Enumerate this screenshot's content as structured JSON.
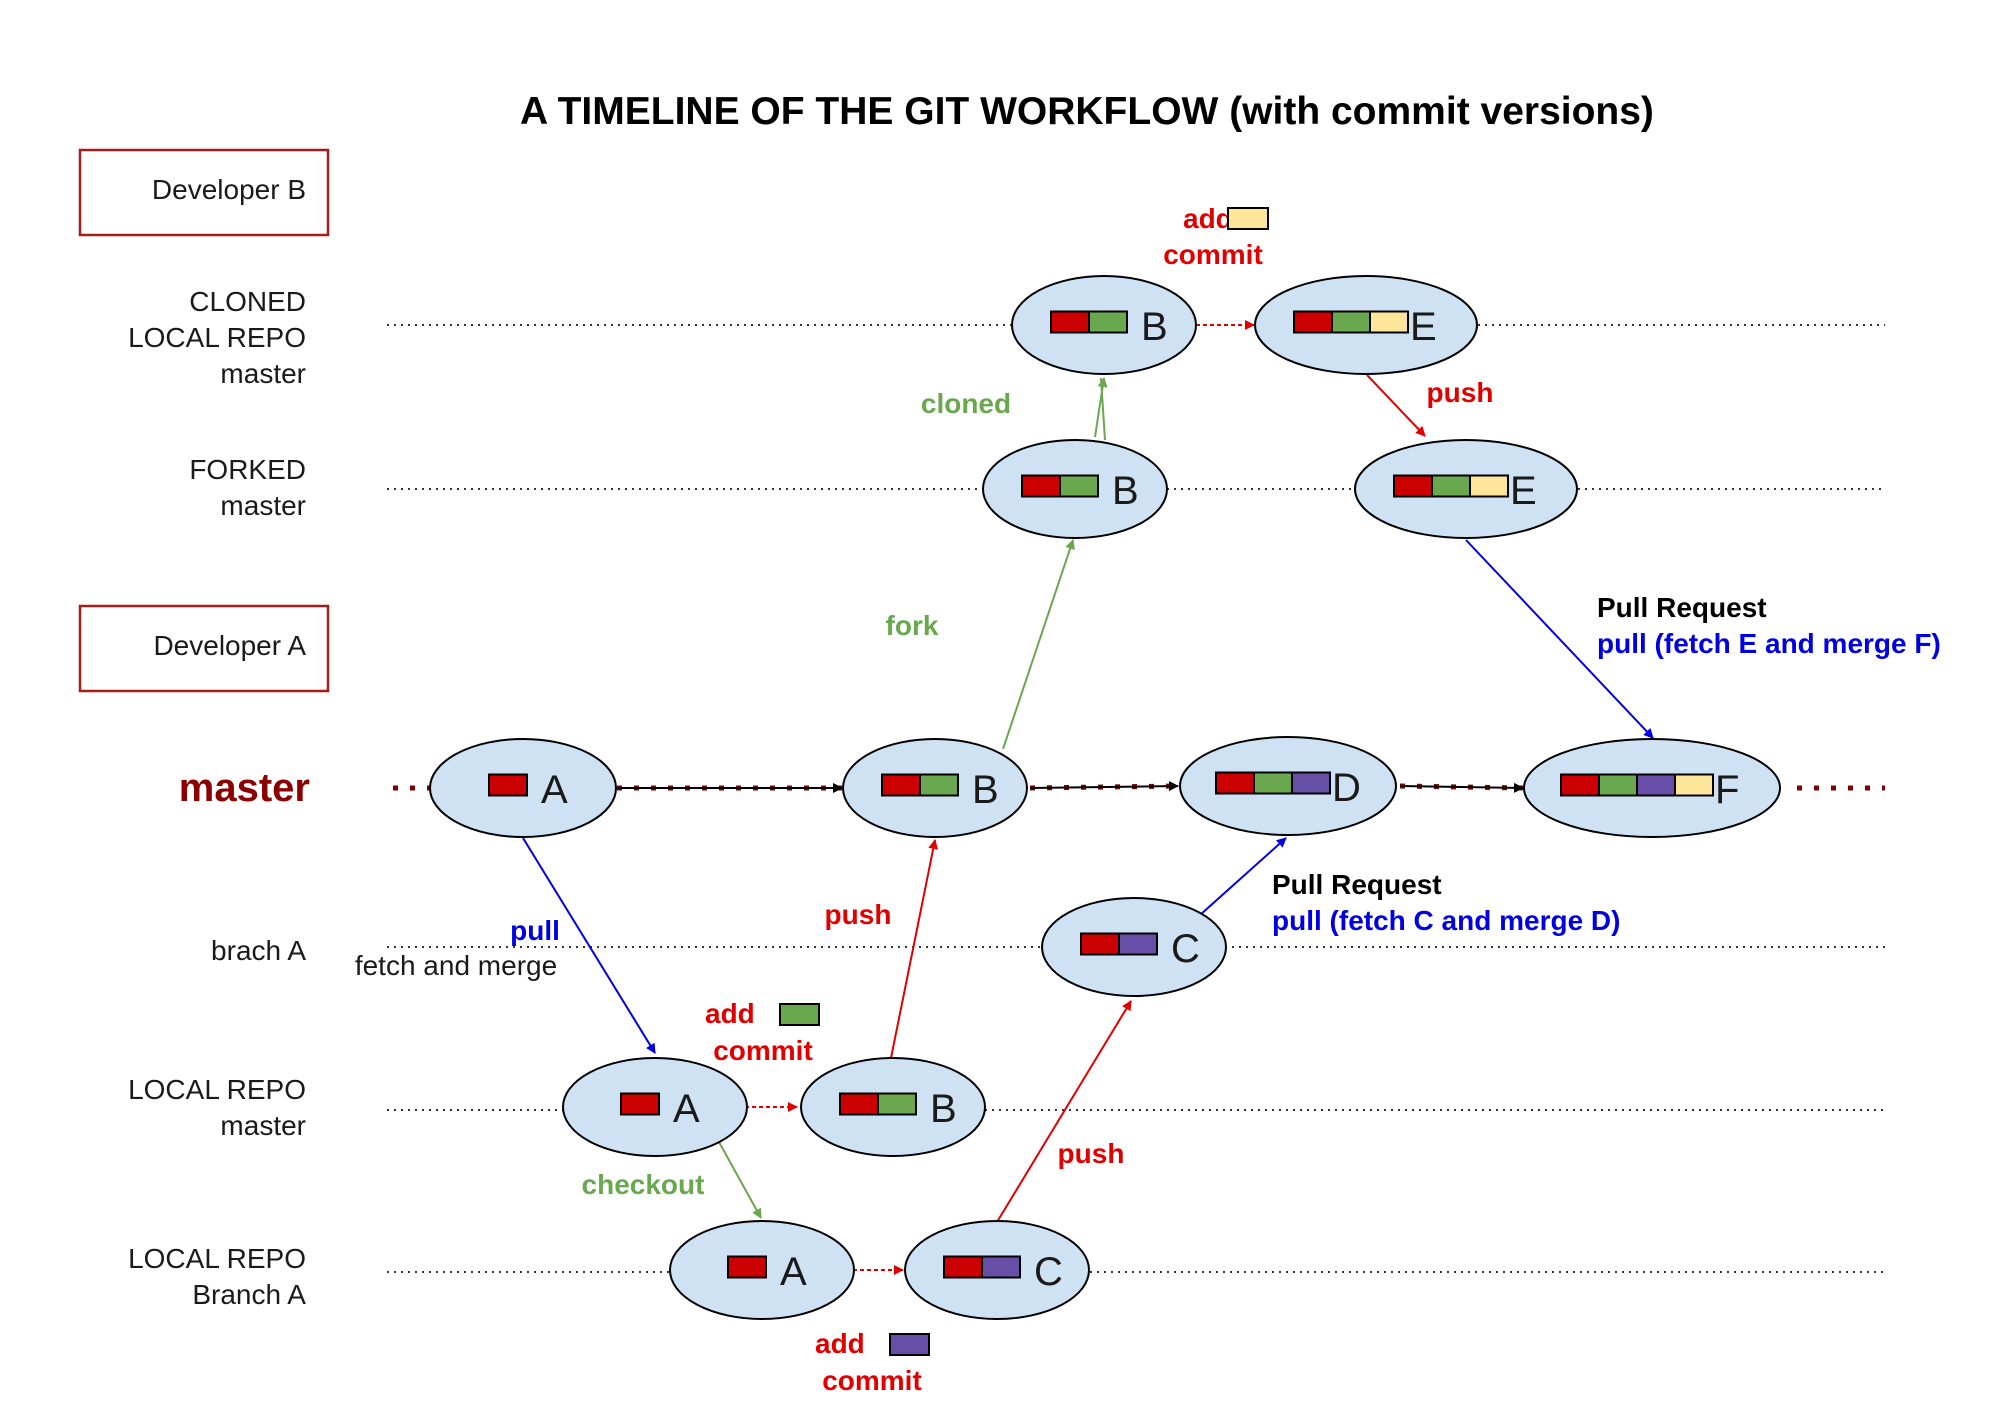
{
  "title": "A TIMELINE OF THE GIT WORKFLOW (with commit versions)",
  "colors": {
    "red": "#cc0000",
    "green": "#6aa84f",
    "purple": "#674ea7",
    "yellow": "#ffe599",
    "node_fill": "#cfe2f3",
    "master_line": "#7f0000",
    "blue": "#0000e0",
    "label_red": "#e00000",
    "label_green": "#6aa84f"
  },
  "developer_b": "Developer B",
  "developer_a": "Developer A",
  "rows": {
    "cloned_1": "CLONED",
    "cloned_2": "LOCAL REPO",
    "cloned_3": "master",
    "forked_1": "FORKED",
    "forked_2": "master",
    "master": "master",
    "branch_a": "brach A",
    "local_1": "LOCAL REPO",
    "local_2": "master",
    "localb_1": "LOCAL REPO",
    "localb_2": "Branch A"
  },
  "nodes": {
    "cloned_b": {
      "letter": "B",
      "commits": [
        "red",
        "green"
      ]
    },
    "cloned_e": {
      "letter": "E",
      "commits": [
        "red",
        "green",
        "yellow"
      ]
    },
    "forked_b": {
      "letter": "B",
      "commits": [
        "red",
        "green"
      ]
    },
    "forked_e": {
      "letter": "E",
      "commits": [
        "red",
        "green",
        "yellow"
      ]
    },
    "master_a": {
      "letter": "A",
      "commits": [
        "red"
      ]
    },
    "master_b": {
      "letter": "B",
      "commits": [
        "red",
        "green"
      ]
    },
    "master_d": {
      "letter": "D",
      "commits": [
        "red",
        "green",
        "purple"
      ]
    },
    "master_f": {
      "letter": "F",
      "commits": [
        "red",
        "green",
        "purple",
        "yellow"
      ]
    },
    "brancha_c": {
      "letter": "C",
      "commits": [
        "red",
        "purple"
      ]
    },
    "local_a": {
      "letter": "A",
      "commits": [
        "red"
      ]
    },
    "local_b": {
      "letter": "B",
      "commits": [
        "red",
        "green"
      ]
    },
    "localb_a": {
      "letter": "A",
      "commits": [
        "red"
      ]
    },
    "localb_c": {
      "letter": "C",
      "commits": [
        "red",
        "purple"
      ]
    }
  },
  "labels": {
    "add_top": "add",
    "commit_top": "commit",
    "cloned": "cloned",
    "push_top": "push",
    "pull_request_top": "Pull Request",
    "pull_top": "pull (fetch E and merge F)",
    "fork": "fork",
    "pull_left": "pull",
    "fetch_merge": "fetch and merge",
    "push_mid": "push",
    "add_mid": "add",
    "commit_mid": "commit",
    "pull_request_mid": "Pull Request",
    "pull_mid": "pull (fetch C and merge D)",
    "checkout": "checkout",
    "push_bottom": "push",
    "add_bottom": "add",
    "commit_bottom": "commit"
  }
}
